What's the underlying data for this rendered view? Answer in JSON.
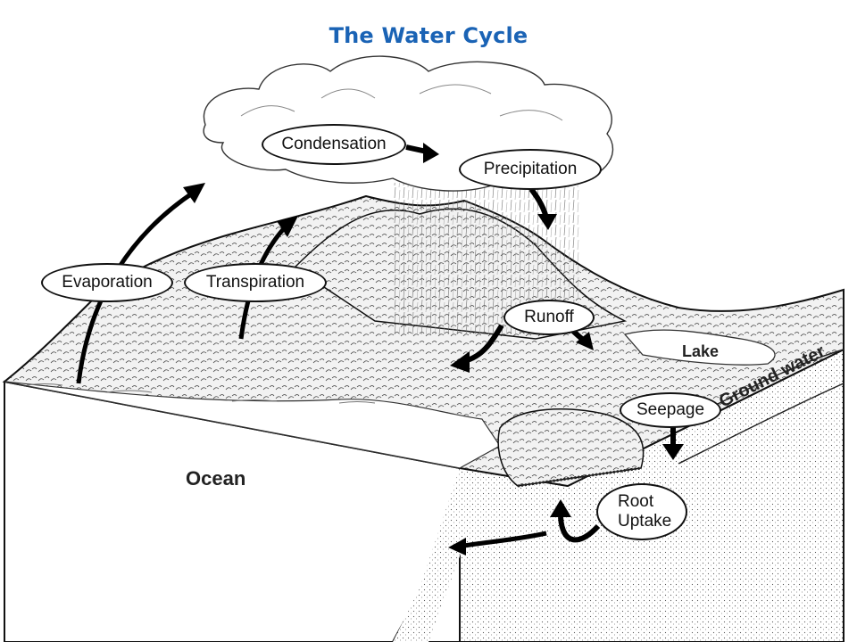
{
  "title": "The Water Cycle",
  "labels": {
    "condensation": "Condensation",
    "precipitation": "Precipitation",
    "evaporation": "Evaporation",
    "transpiration": "Transpiration",
    "runoff": "Runoff",
    "seepage": "Seepage",
    "root_uptake_line1": "Root",
    "root_uptake_line2": "Uptake",
    "ocean": "Ocean",
    "lake": "Lake",
    "ground_water": "Ground water"
  },
  "colors": {
    "title": "#1a63b5",
    "ink": "#111111"
  }
}
